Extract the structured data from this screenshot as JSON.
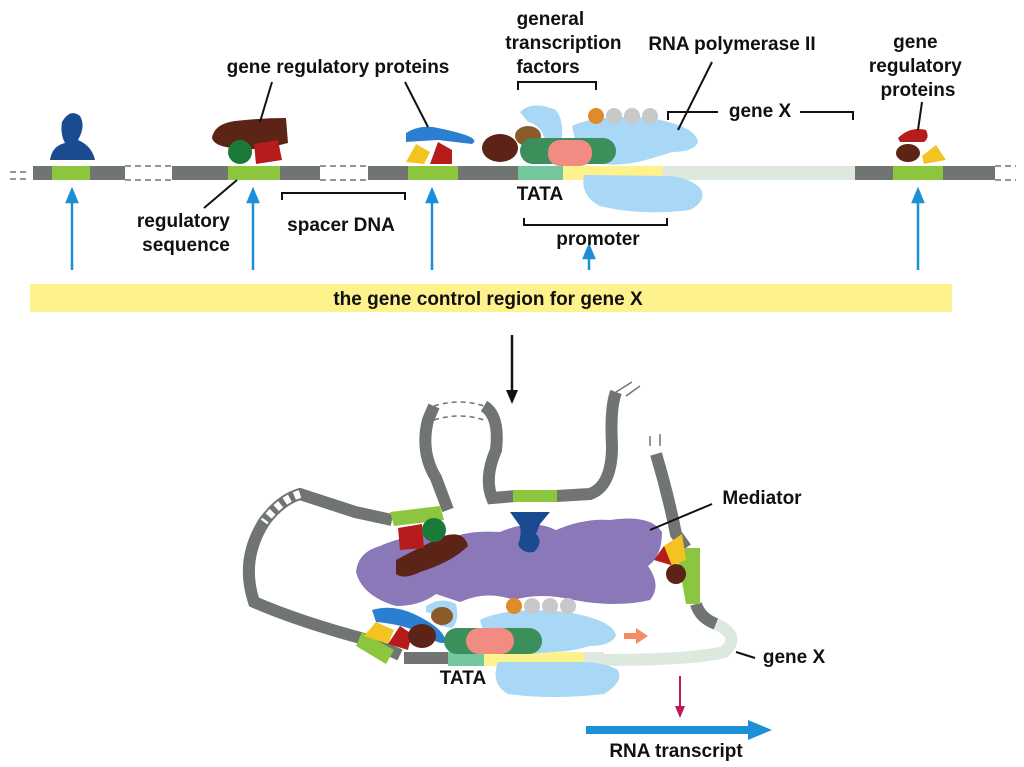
{
  "labels": {
    "general_transcription_factors": [
      "general",
      "transcription",
      "factors"
    ],
    "rna_polymerase_ii": "RNA polymerase II",
    "gene_regulatory_proteins_top": "gene regulatory proteins",
    "gene_regulatory_proteins_right": [
      "gene",
      "regulatory",
      "proteins"
    ],
    "gene_x_top": "gene X",
    "gene_x_bottom": "gene X",
    "regulatory_sequence": [
      "regulatory",
      "sequence"
    ],
    "spacer_dna": "spacer DNA",
    "tata_top": "TATA",
    "tata_bottom": "TATA",
    "promoter": "promoter",
    "control_region": "the gene control region for gene X",
    "mediator": "Mediator",
    "rna_transcript": "RNA transcript"
  },
  "colors": {
    "dna": "#707572",
    "regulatory_sequence": "#8cc63f",
    "tata": "#74c69d",
    "promoter_band": "#fdf28c",
    "gene_x_dna": "#dde8de",
    "control_region_bar": "#fdf28c",
    "arrow_blue": "#1c8fd6",
    "rna_polymerase": "#a8d8f5",
    "mediator": "#8a78b8",
    "transcript_arrow": "#1c8fd6",
    "magenta_arrow": "#c2185b"
  }
}
